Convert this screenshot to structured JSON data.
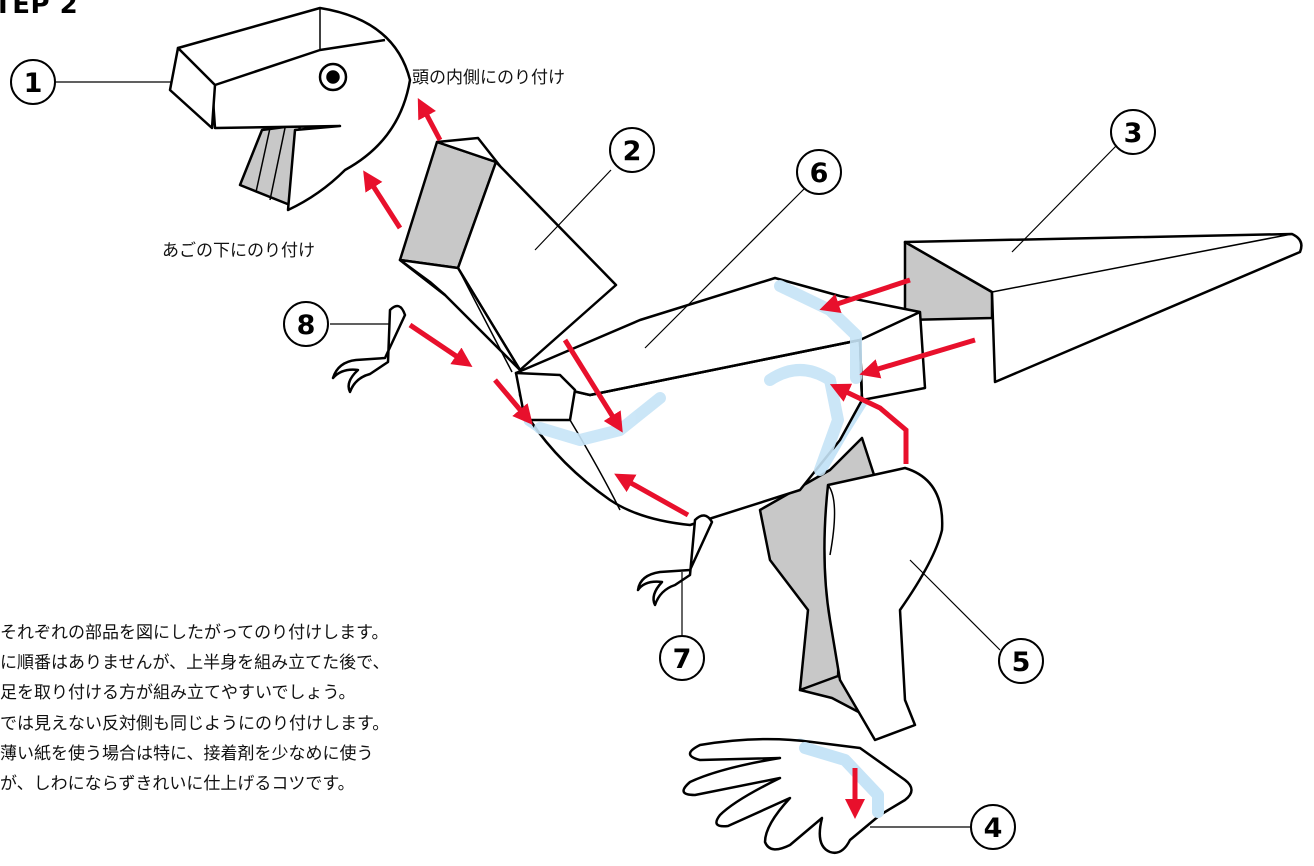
{
  "heading": "TEP 2",
  "callouts": {
    "head_inside": "頭の内側にのり付け",
    "jaw_under": "あごの下にのり付け"
  },
  "part_labels": [
    "1",
    "2",
    "3",
    "4",
    "5",
    "6",
    "7",
    "8"
  ],
  "instructions": [
    "それぞれの部品を図にしたがってのり付けします。",
    "に順番はありませんが、上半身を組み立てた後で、",
    "足を取り付ける方が組み立てやすいでしょう。",
    "では見えない反対側も同じようにのり付けします。",
    "薄い紙を使う場合は特に、接着剤を少なめに使う",
    "が、しわにならずきれいに仕上げるコツです。"
  ],
  "colors": {
    "arrow": "#e8102c",
    "glue_area": "#c6e4f7",
    "shade": "#c8c8c8",
    "outline": "#000000"
  }
}
